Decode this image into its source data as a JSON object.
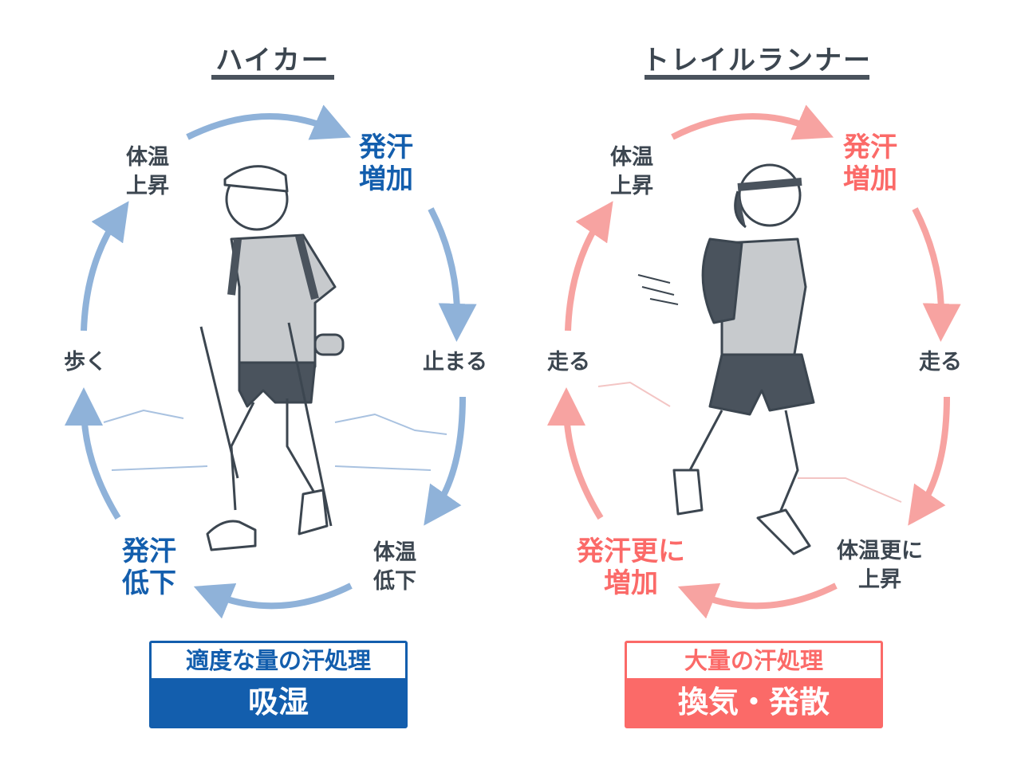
{
  "hiker": {
    "title": "ハイカー",
    "cycle": {
      "temp_rise": "体温上昇",
      "sweat_increase": "発汗増加",
      "stop": "止まる",
      "temp_drop": "体温低下",
      "sweat_decrease": "発汗低下",
      "walk": "歩く"
    },
    "box": {
      "header": "適度な量の汗処理",
      "main": "吸湿"
    },
    "color": "#135ead",
    "arrow_color": "#8fb2d9"
  },
  "runner": {
    "title": "トレイルランナー",
    "cycle": {
      "temp_rise": "体温上昇",
      "sweat_increase": "発汗増加",
      "run_right": "走る",
      "temp_rise_more": "体温更に上昇",
      "sweat_increase_more": "発汗更に増加",
      "run_left": "走る"
    },
    "box": {
      "header": "大量の汗処理",
      "main": "換気・発散"
    },
    "color": "#fb6a68",
    "arrow_color": "#f7a3a1"
  }
}
